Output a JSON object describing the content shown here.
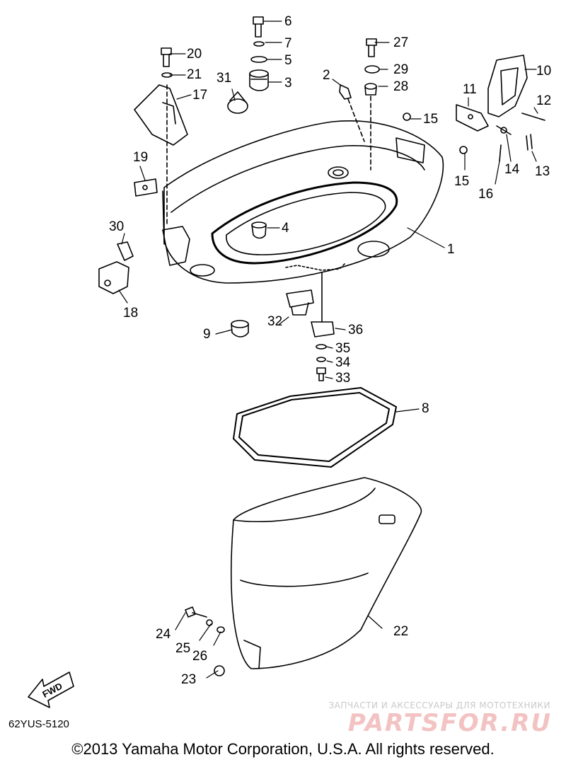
{
  "diagram": {
    "catalog_id": "62YUS-5120",
    "copyright": "©2013 Yamaha Motor Corporation, U.S.A. All rights reserved.",
    "fwd_label": "FWD",
    "watermark": {
      "tagline": "ЗАПЧАСТИ И АКСЕССУАРЫ ДЛЯ МОТОТЕХНИКИ",
      "logo": "PARTSFOR.RU"
    },
    "callouts": {
      "c1": "1",
      "c2": "2",
      "c3": "3",
      "c4": "4",
      "c5": "5",
      "c6": "6",
      "c7": "7",
      "c8": "8",
      "c9": "9",
      "c10": "10",
      "c11": "11",
      "c12": "12",
      "c13": "13",
      "c14": "14",
      "c15a": "15",
      "c15b": "15",
      "c16": "16",
      "c17": "17",
      "c18": "18",
      "c19": "19",
      "c20": "20",
      "c21": "21",
      "c22": "22",
      "c23": "23",
      "c24": "24",
      "c25": "25",
      "c26": "26",
      "c27": "27",
      "c28": "28",
      "c29": "29",
      "c30": "30",
      "c31": "31",
      "c32": "32",
      "c33": "33",
      "c34": "34",
      "c35": "35",
      "c36": "36"
    }
  }
}
